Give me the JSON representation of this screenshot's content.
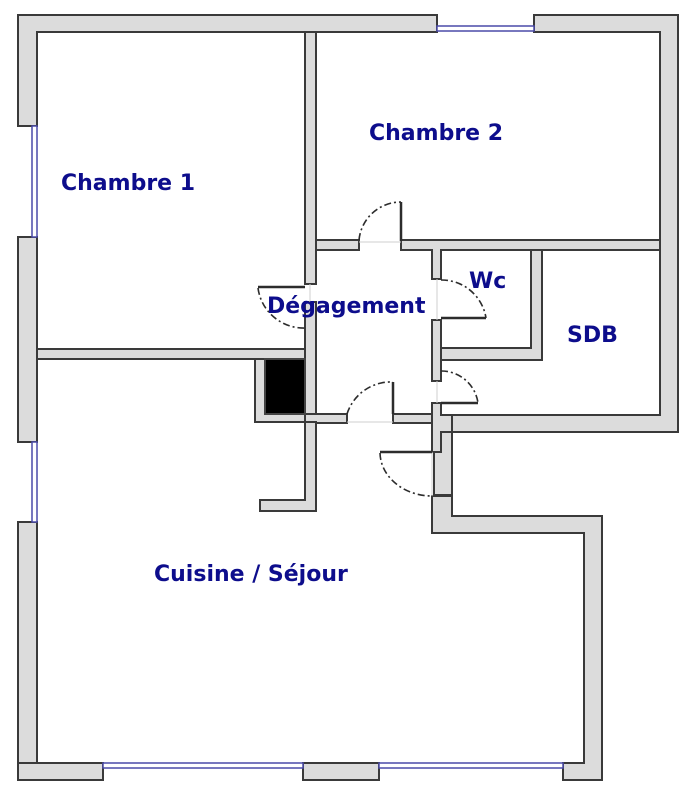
{
  "plan": {
    "wall_color": "#dcdcdc",
    "wall_outline_color": "#3a3a3a",
    "window_color": "#4a4aa8",
    "label_color": "#0d0d8c",
    "rooms": [
      {
        "id": "chambre-1",
        "label": "Chambre 1"
      },
      {
        "id": "chambre-2",
        "label": "Chambre 2"
      },
      {
        "id": "degagement",
        "label": "Dégagement"
      },
      {
        "id": "wc",
        "label": "Wc"
      },
      {
        "id": "sdb",
        "label": "SDB"
      },
      {
        "id": "cuisine-sejour",
        "label": "Cuisine / Séjour"
      }
    ]
  }
}
